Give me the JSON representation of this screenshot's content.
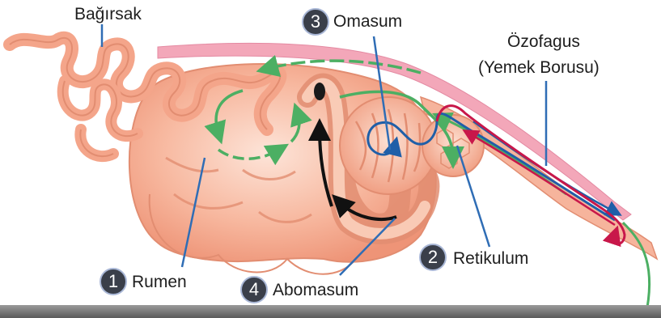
{
  "labels": {
    "intestine": "Bağırsak",
    "omasum": "Omasum",
    "esophagus_line1": "Özofagus",
    "esophagus_line2": "(Yemek Borusu)",
    "reticulum": "Retikulum",
    "rumen": "Rumen",
    "abomasum": "Abomasum"
  },
  "badges": {
    "omasum": "3",
    "reticulum": "2",
    "rumen": "1",
    "abomasum": "4"
  },
  "colors": {
    "tissue": "#f4a58a",
    "tissue_dark": "#e8886c",
    "tissue_light": "#fbd0bd",
    "green_arrow": "#4caf63",
    "blue_arrow": "#1f5fa8",
    "red_arrow": "#c8174a",
    "black_arrow": "#111111",
    "pointer_line": "#2f6db5",
    "badge_bg": "#3a3f4a"
  }
}
